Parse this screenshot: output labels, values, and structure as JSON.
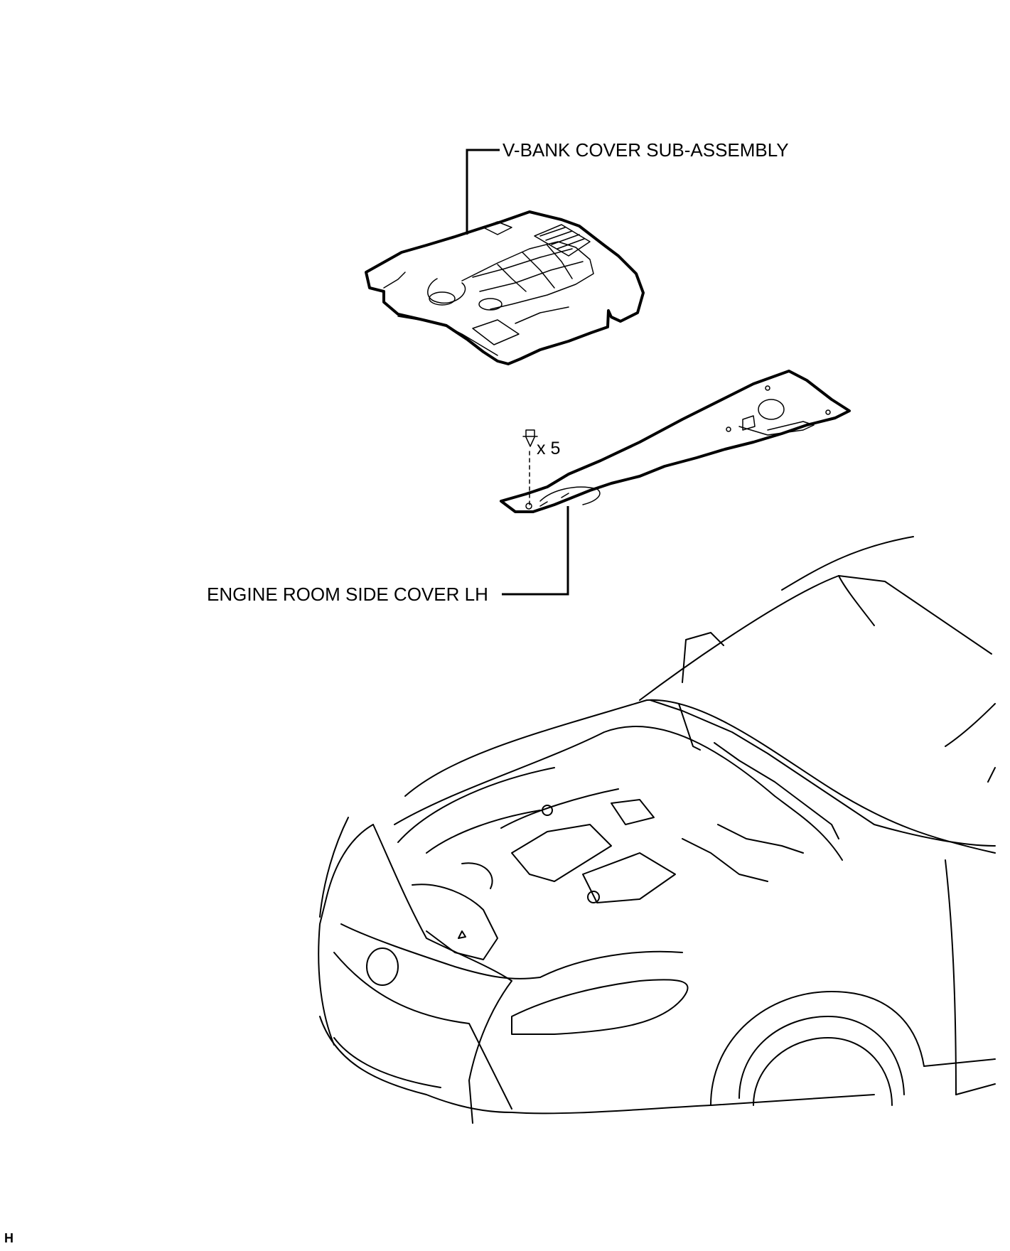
{
  "callouts": {
    "vbank_cover": "V-BANK COVER SUB-ASSEMBLY",
    "engine_room_side_cover": "ENGINE ROOM SIDE COVER LH",
    "clip_quantity": "x 5"
  },
  "corner_mark": "H"
}
